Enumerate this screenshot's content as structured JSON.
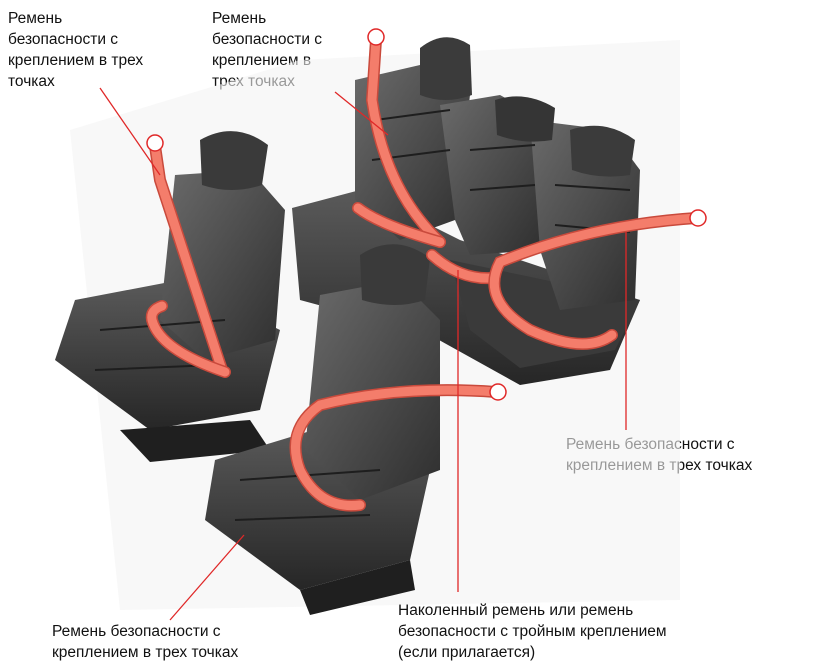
{
  "labels": {
    "front_left_shoulder": "Ремень\nбезопасности с\nкреплением в трех\nточках",
    "rear_left_shoulder": "Ремень\nбезопасности с\nкреплением в\nтрех точках",
    "rear_right": "Ремень безопасности с\nкреплением в трех точках",
    "rear_center": "Наколенный ремень или ремень\nбезопасности с тройным креплением\n(если прилагается)",
    "front_right": "Ремень безопасности с\nкреплением в трех точках"
  },
  "colors": {
    "belt": "#f47d6b",
    "belt_outline": "#c94a3c",
    "leader": "#e02828",
    "leather_dark": "#2b2b2b",
    "leather_mid": "#4a4a4a",
    "leather_light": "#6a6a6a"
  }
}
